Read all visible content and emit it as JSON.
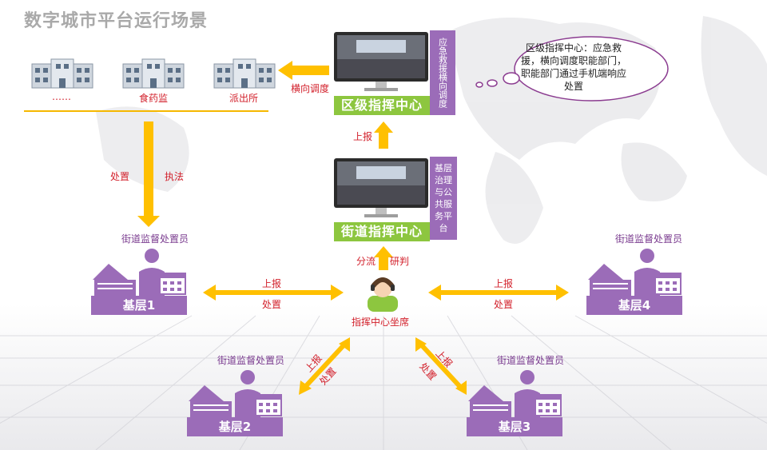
{
  "title": "数字城市平台运行场景",
  "buildings": [
    {
      "label": "……",
      "icon": "office-building-icon"
    },
    {
      "label": "食药监",
      "icon": "office-building-icon"
    },
    {
      "label": "派出所",
      "icon": "office-building-icon"
    }
  ],
  "district_center": {
    "label": "区级指挥中心",
    "side": "应急救援横向调度"
  },
  "street_center": {
    "label": "街道指挥中心",
    "side": "基层治理与公共服务平台"
  },
  "cloud_text": "区级指挥中心：应急救援，横向调度职能部门，职能部门通过手机端响应处置",
  "arrows": {
    "horizontal_dispatch": "横向调度",
    "report_up": "上报",
    "dispose": "处置",
    "enforce": "执法",
    "divert": "分流",
    "judge": "研判"
  },
  "seat_label": "指挥中心坐席",
  "supervisor_label": "街道监督处置员",
  "grassroots": [
    {
      "label": "基层1"
    },
    {
      "label": "基层2"
    },
    {
      "label": "基层3"
    },
    {
      "label": "基层4"
    }
  ],
  "colors": {
    "arrow": "#ffc000",
    "purple": "#9b6cb8",
    "green": "#8dc63f",
    "red_text": "#d21f2a"
  }
}
